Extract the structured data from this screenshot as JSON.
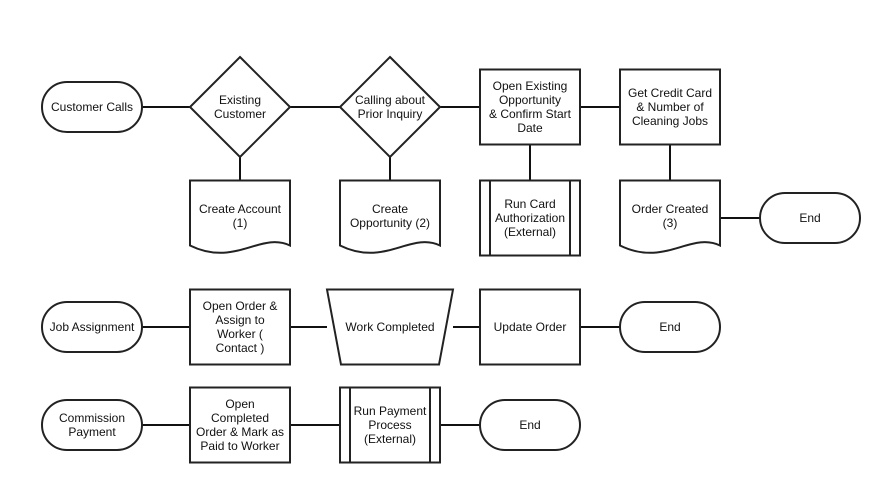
{
  "flows": [
    {
      "nodes": [
        {
          "id": "customer-calls",
          "shape": "terminator",
          "lines": [
            "Customer Calls"
          ]
        },
        {
          "id": "existing-customer",
          "shape": "decision",
          "lines": [
            "Existing",
            "Customer"
          ]
        },
        {
          "id": "calling-about-prior-inquiry",
          "shape": "decision",
          "lines": [
            "Calling about",
            "Prior Inquiry"
          ]
        },
        {
          "id": "open-existing-opportunity",
          "shape": "process",
          "lines": [
            "Open Existing",
            "Opportunity",
            "&  Confirm Start",
            "Date"
          ]
        },
        {
          "id": "get-credit-card",
          "shape": "process",
          "lines": [
            "Get Credit Card",
            "& Number of",
            "Cleaning Jobs"
          ]
        },
        {
          "id": "create-account",
          "shape": "document",
          "lines": [
            "Create Account",
            "(1)"
          ]
        },
        {
          "id": "create-opportunity",
          "shape": "document",
          "lines": [
            "Create",
            "Opportunity (2)"
          ]
        },
        {
          "id": "run-card-authorization",
          "shape": "predefined-process",
          "lines": [
            "Run Card",
            "Authorization",
            "(External)"
          ]
        },
        {
          "id": "order-created",
          "shape": "document",
          "lines": [
            "Order Created",
            "(3)"
          ]
        },
        {
          "id": "end-1",
          "shape": "terminator",
          "lines": [
            "End"
          ]
        }
      ]
    },
    {
      "nodes": [
        {
          "id": "job-assignment",
          "shape": "terminator",
          "lines": [
            "Job Assignment"
          ]
        },
        {
          "id": "open-order-assign-worker",
          "shape": "process",
          "lines": [
            "Open Order &",
            "Assign to",
            "Worker (",
            "Contact )"
          ]
        },
        {
          "id": "work-completed",
          "shape": "manual-operation",
          "lines": [
            "Work Completed"
          ]
        },
        {
          "id": "update-order",
          "shape": "process",
          "lines": [
            "Update Order"
          ]
        },
        {
          "id": "end-2",
          "shape": "terminator",
          "lines": [
            "End"
          ]
        }
      ]
    },
    {
      "nodes": [
        {
          "id": "commission-payment",
          "shape": "terminator",
          "lines": [
            "Commission",
            "Payment"
          ]
        },
        {
          "id": "open-completed-order",
          "shape": "process",
          "lines": [
            "Open",
            "Completed",
            "Order & Mark as",
            "Paid to Worker"
          ]
        },
        {
          "id": "run-payment-process",
          "shape": "predefined-process",
          "lines": [
            "Run Payment",
            "Process",
            "(External)"
          ]
        },
        {
          "id": "end-3",
          "shape": "terminator",
          "lines": [
            "End"
          ]
        }
      ]
    }
  ],
  "connectors": [
    [
      "customer-calls",
      "existing-customer"
    ],
    [
      "existing-customer",
      "calling-about-prior-inquiry"
    ],
    [
      "calling-about-prior-inquiry",
      "open-existing-opportunity"
    ],
    [
      "open-existing-opportunity",
      "get-credit-card"
    ],
    [
      "existing-customer",
      "create-account"
    ],
    [
      "calling-about-prior-inquiry",
      "create-opportunity"
    ],
    [
      "open-existing-opportunity",
      "run-card-authorization"
    ],
    [
      "get-credit-card",
      "order-created"
    ],
    [
      "order-created",
      "end-1"
    ],
    [
      "job-assignment",
      "open-order-assign-worker"
    ],
    [
      "open-order-assign-worker",
      "work-completed"
    ],
    [
      "work-completed",
      "update-order"
    ],
    [
      "update-order",
      "end-2"
    ],
    [
      "commission-payment",
      "open-completed-order"
    ],
    [
      "open-completed-order",
      "run-payment-process"
    ],
    [
      "run-payment-process",
      "end-3"
    ]
  ],
  "colors": {
    "stroke": "#222222",
    "fill": "#ffffff",
    "text": "#111111"
  }
}
